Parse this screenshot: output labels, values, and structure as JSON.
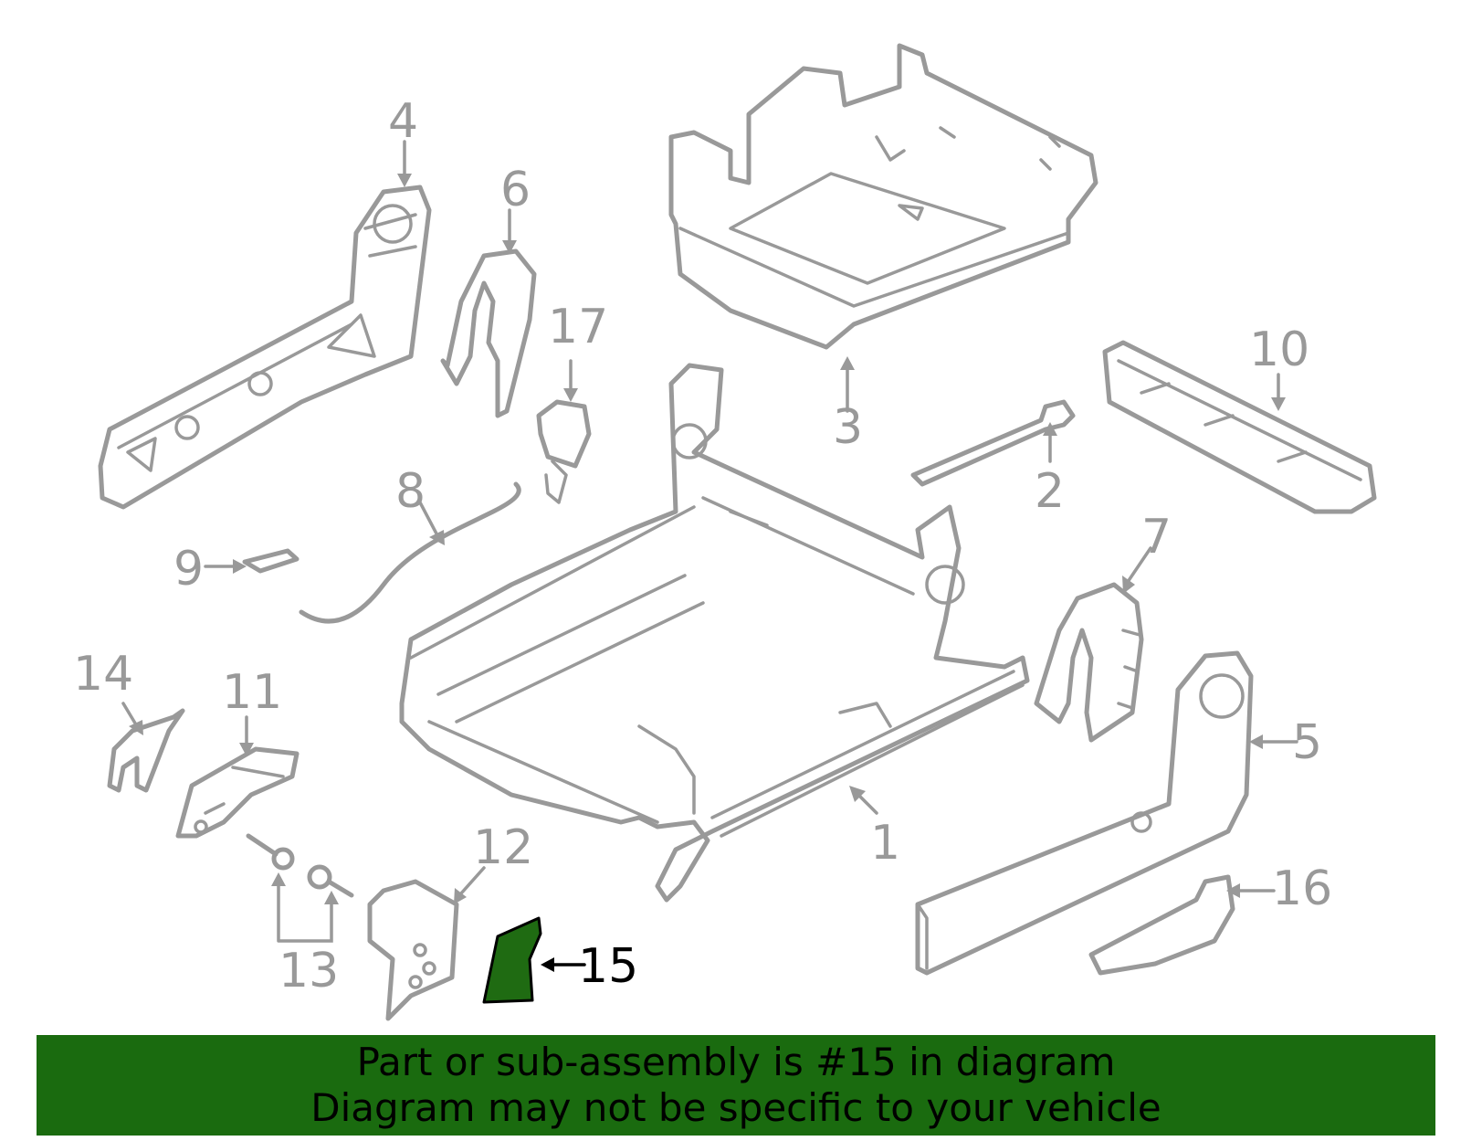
{
  "callouts": {
    "c1": "1",
    "c2": "2",
    "c3": "3",
    "c4": "4",
    "c5": "5",
    "c6": "6",
    "c7": "7",
    "c8": "8",
    "c9": "9",
    "c10": "10",
    "c11": "11",
    "c12": "12",
    "c13": "13",
    "c14": "14",
    "c15": "15",
    "c16": "16",
    "c17": "17"
  },
  "highlighted_part": "15",
  "colors": {
    "highlight": "#1a6b0f",
    "parts": "#999999",
    "callout_highlight": "#000000"
  },
  "banner": {
    "line1": "Part or sub-assembly is #15 in diagram",
    "line2": "Diagram may not be specific to your vehicle"
  }
}
